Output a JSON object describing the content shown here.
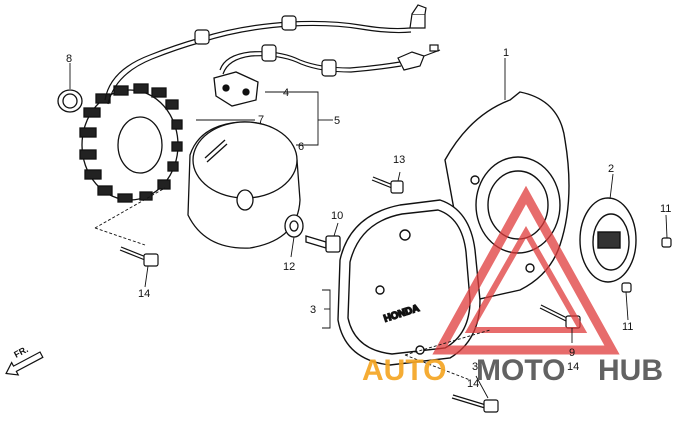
{
  "callouts": {
    "c1": "1",
    "c2": "2",
    "c3a": "3",
    "c3b": "3",
    "c4": "4",
    "c5": "5",
    "c6": "6",
    "c7": "7",
    "c8": "8",
    "c9": "9",
    "c10": "10",
    "c11a": "11",
    "c11b": "11",
    "c12": "12",
    "c13": "13",
    "c14a": "14",
    "c14b": "14",
    "c14c": "14"
  },
  "cover_logo_text": "HONDA",
  "direction_label": "FR.",
  "watermark": {
    "part1": "AUTO",
    "part2": "MOTO",
    "part3": "HUB",
    "color_orange": "#f5a623",
    "color_gray": "#555555",
    "color_red": "#e03b3b"
  }
}
